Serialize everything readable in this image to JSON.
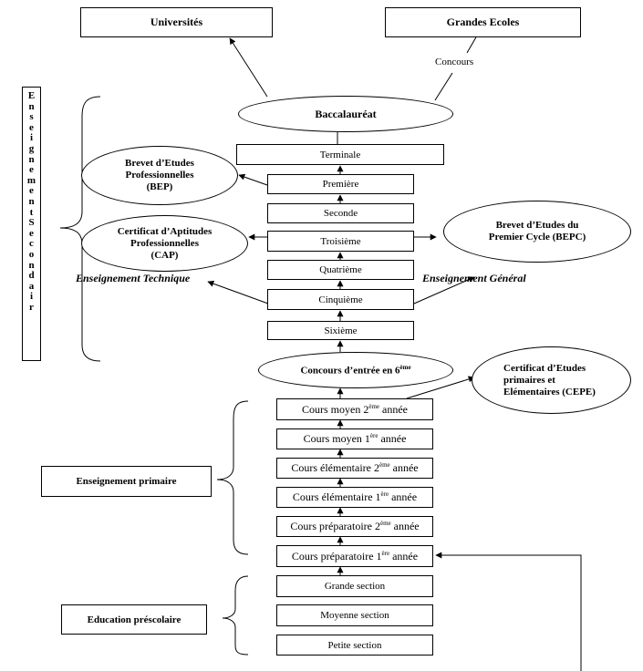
{
  "top": {
    "universites": "Universités",
    "grandes_ecoles": "Grandes Ecoles",
    "concours": "Concours",
    "bac": "Baccalauréat"
  },
  "secondaire": {
    "vertical_label": "EnseignementSecondair",
    "classes": {
      "terminale": "Terminale",
      "premiere": "Première",
      "seconde": "Seconde",
      "troisieme": "Troisième",
      "quatrieme": "Quatrième",
      "cinquieme": "Cinquième",
      "sixieme": "Sixième"
    },
    "bep_l1": "Brevet d’Etudes",
    "bep_l2": "Professionnelles",
    "bep_l3": "(BEP)",
    "cap_l1": "Certificat d’Aptitudes",
    "cap_l2": "Professionnelles",
    "cap_l3": "(CAP)",
    "bepc_l1": "Brevet d’Etudes du",
    "bepc_l2": "Premier Cycle (BEPC)",
    "technique": "Enseignement Technique",
    "general": "Enseignement Général",
    "concours_6_main": "Concours d’entrée en 6",
    "concours_6_sup": "ème"
  },
  "cepe": {
    "l1": "Certificat d’Etudes",
    "l2": "primaires et",
    "l3": "Elémentaires (CEPE)"
  },
  "primaire": {
    "label": "Enseignement primaire",
    "cm2": {
      "pre": "Cours moyen 2",
      "sup": "ème",
      "post": " année"
    },
    "cm1": {
      "pre": "Cours moyen 1",
      "sup": "ère",
      "post": " année"
    },
    "ce2": {
      "pre": "Cours élémentaire 2",
      "sup": "ème",
      "post": " année"
    },
    "ce1": {
      "pre": "Cours élémentaire 1",
      "sup": "ère",
      "post": " année"
    },
    "cp2": {
      "pre": "Cours préparatoire 2",
      "sup": "ème",
      "post": " année"
    },
    "cp1": {
      "pre": "Cours préparatoire 1",
      "sup": "ère",
      "post": " année"
    }
  },
  "prescolaire": {
    "label": "Education préscolaire",
    "grande": "Grande section",
    "moyenne": "Moyenne section",
    "petite": "Petite section"
  }
}
